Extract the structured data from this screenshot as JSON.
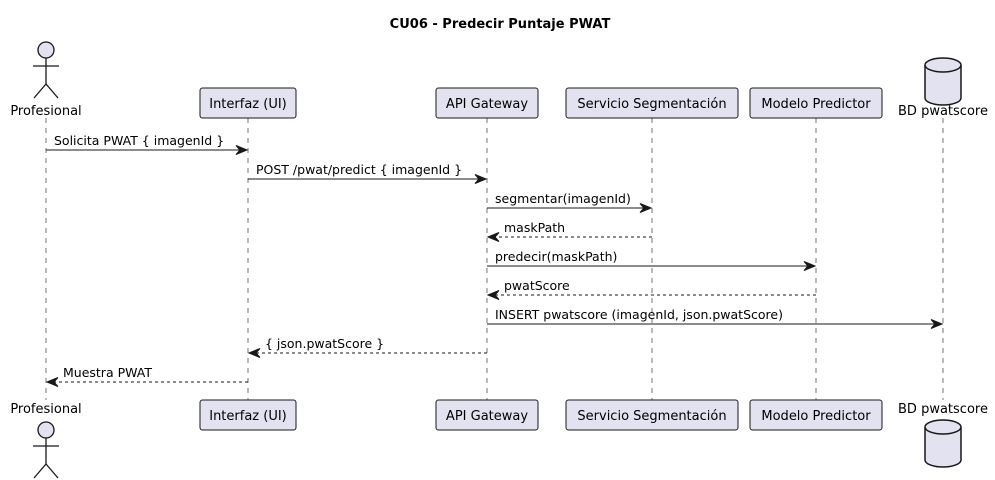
{
  "diagram": {
    "title": "CU06 - Predecir Puntaje PWAT",
    "colors": {
      "participant_fill": "#E2E2F0",
      "line": "#181818"
    },
    "participants": [
      {
        "id": "prof",
        "label": "Profesional",
        "kind": "actor"
      },
      {
        "id": "ui",
        "label": "Interfaz (UI)",
        "kind": "participant"
      },
      {
        "id": "api",
        "label": "API Gateway",
        "kind": "participant"
      },
      {
        "id": "seg",
        "label": "Servicio Segmentación",
        "kind": "participant"
      },
      {
        "id": "model",
        "label": "Modelo Predictor",
        "kind": "participant"
      },
      {
        "id": "db",
        "label": "BD pwatscore",
        "kind": "database"
      }
    ],
    "messages": [
      {
        "from": "prof",
        "to": "ui",
        "label": "Solicita PWAT { imagenId }",
        "style": "solid"
      },
      {
        "from": "ui",
        "to": "api",
        "label": "POST /pwat/predict { imagenId }",
        "style": "solid"
      },
      {
        "from": "api",
        "to": "seg",
        "label": "segmentar(imagenId)",
        "style": "solid"
      },
      {
        "from": "seg",
        "to": "api",
        "label": "maskPath",
        "style": "dashed"
      },
      {
        "from": "api",
        "to": "model",
        "label": "predecir(maskPath)",
        "style": "solid"
      },
      {
        "from": "model",
        "to": "api",
        "label": "pwatScore",
        "style": "dashed"
      },
      {
        "from": "api",
        "to": "db",
        "label": "INSERT pwatscore (imagenId, json.pwatScore)",
        "style": "solid"
      },
      {
        "from": "api",
        "to": "ui",
        "label": "{ json.pwatScore }",
        "style": "dashed"
      },
      {
        "from": "ui",
        "to": "prof",
        "label": "Muestra PWAT",
        "style": "dashed"
      }
    ]
  }
}
